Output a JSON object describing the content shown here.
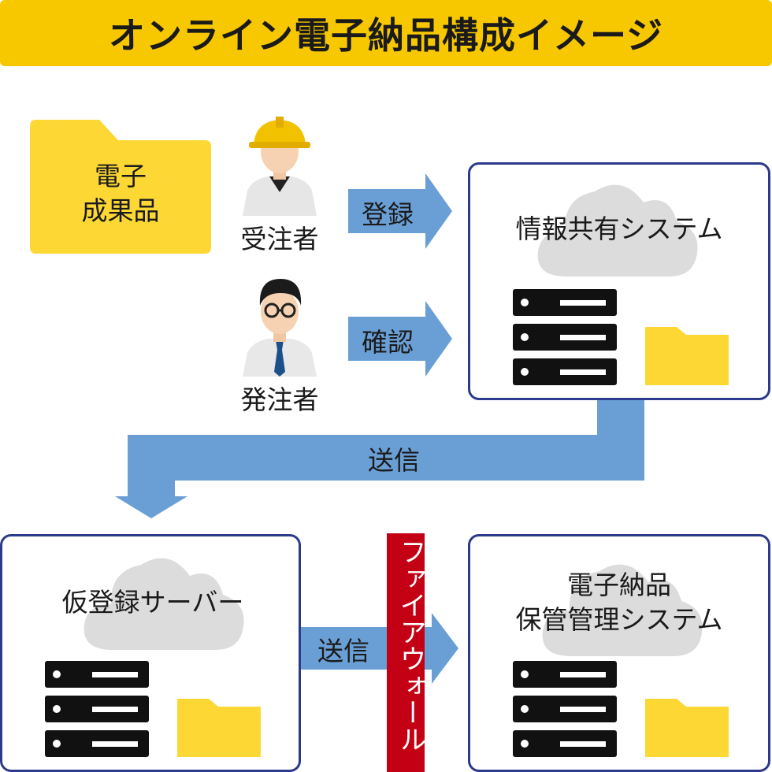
{
  "title": "オンライン電子納品構成イメージ",
  "folder_label": [
    "電子",
    "成果品"
  ],
  "contractor": "受注者",
  "orderer": "発注者",
  "arrows": {
    "register": "登録",
    "confirm": "確認",
    "send_top": "送信",
    "send_bottom": "送信"
  },
  "systems": {
    "info_share": "情報共有システム",
    "temp_server": "仮登録サーバー",
    "archive": [
      "電子納品",
      "保管管理システム"
    ]
  },
  "firewall": "ファイアウォール",
  "colors": {
    "banner": "#f7c800",
    "folder": "#fdd835",
    "arrow": "#6a9fd6",
    "box_border": "#2c3a8a",
    "firewall": "#c40014",
    "cloud": "#dcdcdc"
  }
}
